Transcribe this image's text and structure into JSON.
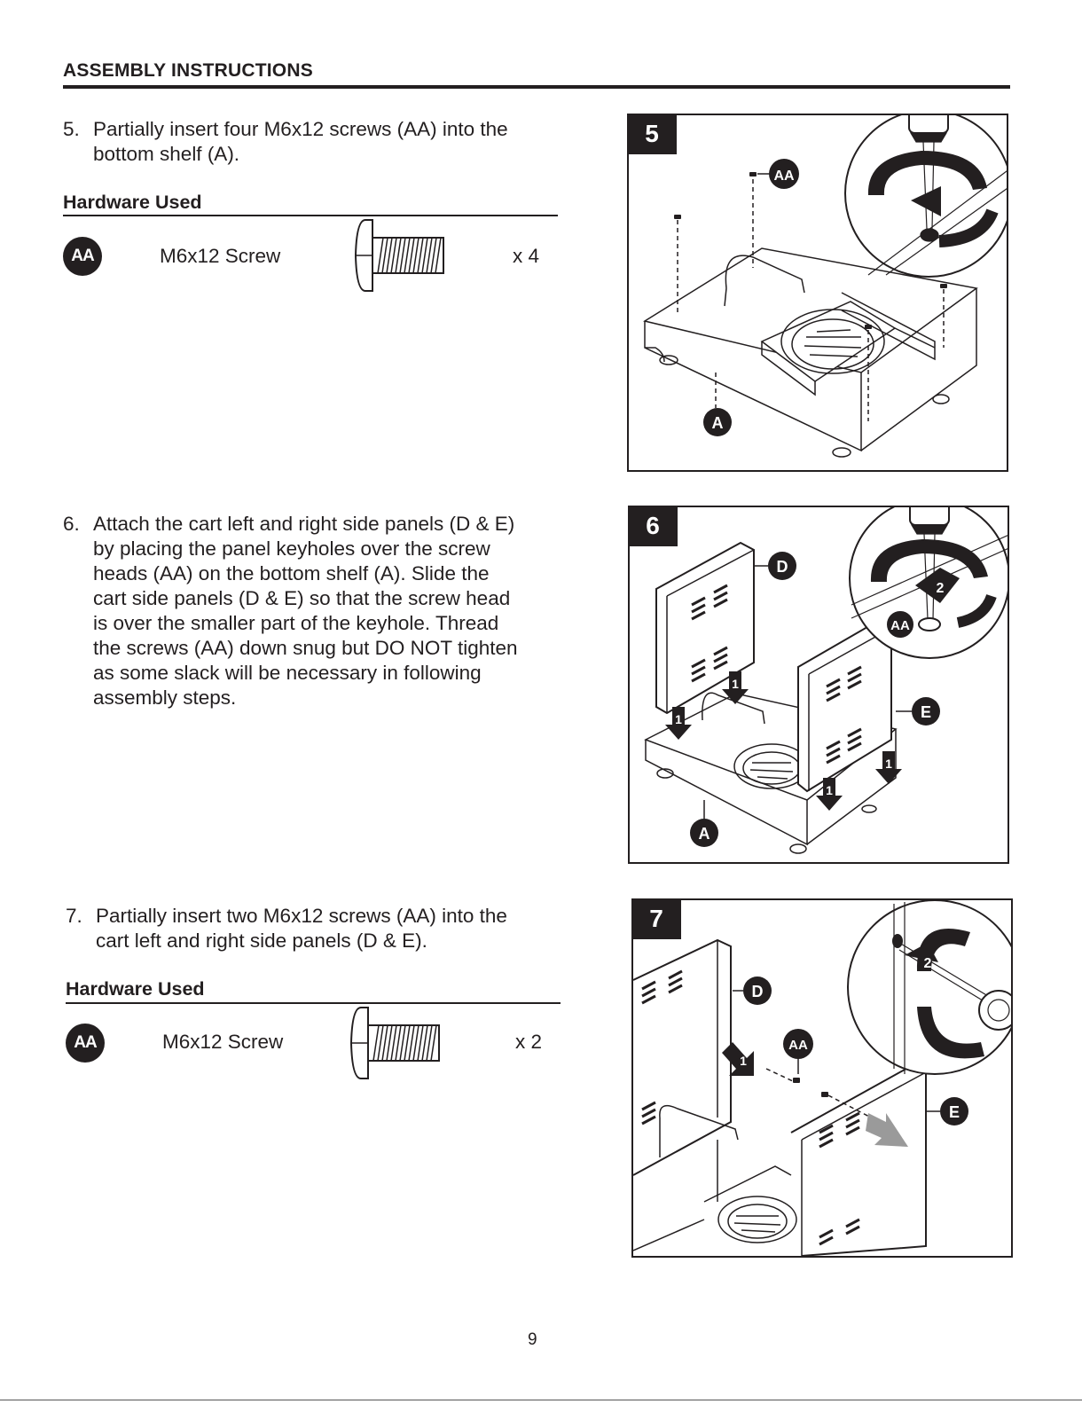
{
  "header": {
    "title": "ASSEMBLY INSTRUCTIONS"
  },
  "steps": [
    {
      "number": "5.",
      "lines": [
        "Partially insert four M6x12 screws (AA) into the",
        "bottom shelf (A)."
      ],
      "hardware": {
        "heading": "Hardware Used",
        "badge": "AA",
        "name": "M6x12 Screw",
        "qty": "x 4"
      },
      "figure": {
        "number": "5",
        "callouts": [
          "AA",
          "A"
        ]
      }
    },
    {
      "number": "6.",
      "lines": [
        "Attach the cart left and right side panels (D & E)",
        "by placing the panel keyholes over the screw",
        "heads (AA) on the bottom shelf (A). Slide the",
        "cart side panels (D & E) so that the screw head",
        "is over the smaller part of the keyhole. Thread",
        "the screws (AA) down snug but DO NOT tighten",
        "as some slack will be necessary in following",
        "assembly steps."
      ],
      "figure": {
        "number": "6",
        "callouts": [
          "D",
          "E",
          "A",
          "AA"
        ],
        "arrow_labels": [
          "1",
          "2"
        ]
      }
    },
    {
      "number": "7.",
      "lines": [
        "Partially insert two M6x12 screws (AA) into the",
        "cart left and right side panels (D & E)."
      ],
      "hardware": {
        "heading": "Hardware Used",
        "badge": "AA",
        "name": "M6x12 Screw",
        "qty": "x 2"
      },
      "figure": {
        "number": "7",
        "callouts": [
          "D",
          "AA",
          "E"
        ],
        "arrow_labels": [
          "1",
          "2"
        ]
      }
    }
  ],
  "page_number": "9",
  "colors": {
    "ink": "#231f20",
    "paper": "#ffffff",
    "arrow_gray": "#9a9a9a"
  }
}
